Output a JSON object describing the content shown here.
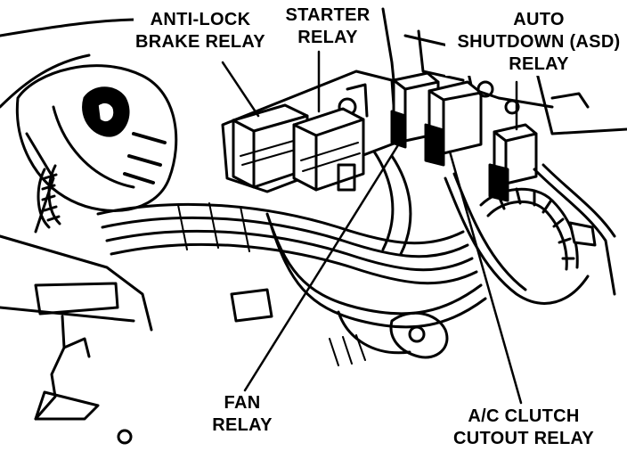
{
  "labels": {
    "anti_lock_brake_relay": [
      "ANTI-LOCK",
      "BRAKE RELAY"
    ],
    "starter_relay": [
      "STARTER",
      "RELAY"
    ],
    "auto_shutdown_relay": [
      "AUTO",
      "SHUTDOWN (ASD)",
      "RELAY"
    ],
    "fan_relay": [
      "FAN",
      "RELAY"
    ],
    "ac_clutch_cutout_relay": [
      "A/C CLUTCH",
      "CUTOUT RELAY"
    ]
  },
  "colors": {
    "ink": "#000000",
    "paper": "#ffffff"
  }
}
